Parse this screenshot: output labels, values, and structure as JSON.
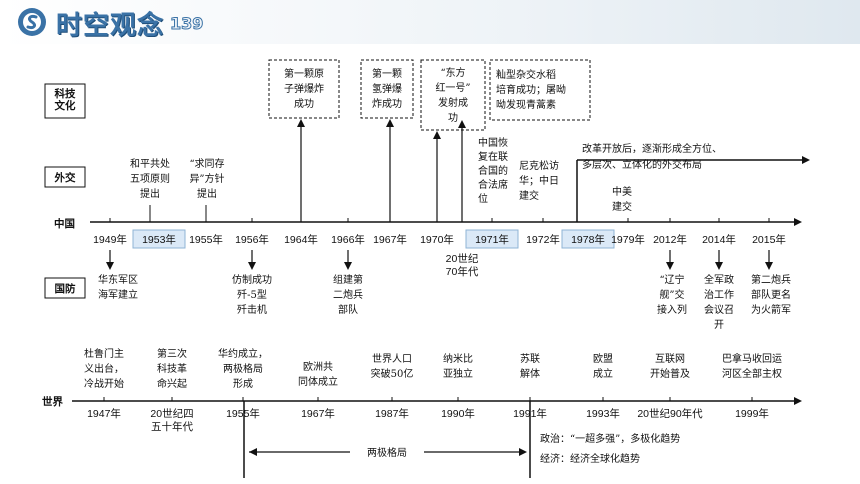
{
  "header": {
    "title": "时空观念",
    "number": "139"
  },
  "categories": {
    "tech": "科技\n文化",
    "diplomacy": "外交",
    "defense": "国防",
    "china": "中国",
    "world": "世界"
  },
  "china_years": [
    "1949年",
    "1953年",
    "1955年",
    "1956年",
    "1964年",
    "1966年",
    "1967年",
    "1970年",
    "1971年",
    "1972年",
    "1978年",
    "1979年",
    "2012年",
    "2014年",
    "2015年"
  ],
  "china_extra_year": "20世纪\n70年代",
  "tech_events": [
    "第一颗原\n子弹爆炸\n成功",
    "第一颗\n氢弹爆\n炸成功",
    "“东方\n红一号”\n发射成\n功",
    "籼型杂交水稻\n培育成功；屠呦\n呦发现青蒿素"
  ],
  "diplomacy_events": [
    "和平共处\n五项原则\n提出",
    "“求同存\n异”方针\n提出",
    "中国恢\n复在联\n合国的\n合法席\n位",
    "尼克松访\n华；中日\n建交",
    "中美\n建交",
    "改革开放后，逐渐形成全方位、\n多层次、立体化的外交布局"
  ],
  "defense_events": [
    "华东军区\n海军建立",
    "仿制成功\n歼-5型\n歼击机",
    "组建第\n二炮兵\n部队",
    "“辽宁\n舰”交\n接入列",
    "全军政\n治工作\n会议召\n开",
    "第二炮兵\n部队更名\n为火箭军"
  ],
  "world_events": [
    "杜鲁门主\n义出台，\n冷战开始",
    "第三次\n科技革\n命兴起",
    "华约成立，\n两极格局\n形成",
    "欧洲共\n同体成立",
    "世界人口\n突破50亿",
    "纳米比\n亚独立",
    "苏联\n解体",
    "欧盟\n成立",
    "互联网\n开始普及",
    "巴拿马收回运\n河区全部主权"
  ],
  "world_years": [
    "1947年",
    "20世纪四\n五十年代",
    "1955年",
    "1967年",
    "1987年",
    "1990年",
    "1991年",
    "1993年",
    "20世纪90年代",
    "1999年"
  ],
  "bipolar_label": "两极格局",
  "post_cold_war": [
    "政治：“一超多强”，多极化趋势",
    "经济：经济全球化趋势"
  ],
  "colors": {
    "accent": "#3a72a6",
    "highlight_fill": "#dbe9f7",
    "highlight_stroke": "#8fb4d6"
  }
}
